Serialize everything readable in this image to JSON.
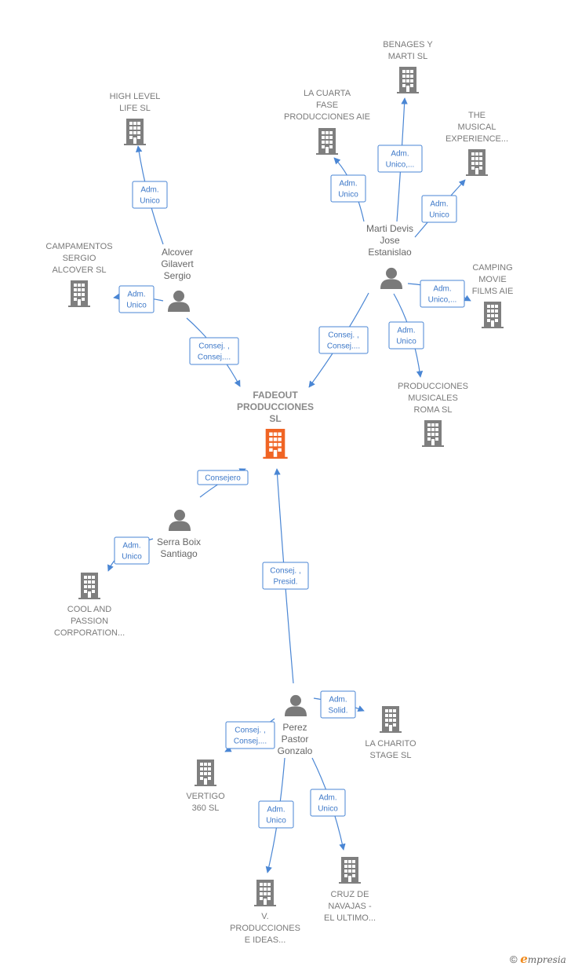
{
  "colors": {
    "edge": "#4a86d4",
    "building": "#7f7f7f",
    "focus_building": "#f06424",
    "person": "#7a7a7a"
  },
  "companies": [
    {
      "id": "focus",
      "lines": [
        "FADEOUT",
        "PRODUCCIONES",
        "SL"
      ],
      "focus": true
    },
    {
      "id": "benages",
      "lines": [
        "BENAGES Y",
        "MARTI SL"
      ]
    },
    {
      "id": "cuarta",
      "lines": [
        "LA CUARTA",
        "FASE",
        "PRODUCCIONES AIE"
      ]
    },
    {
      "id": "highlevel",
      "lines": [
        "HIGH LEVEL",
        "LIFE  SL"
      ]
    },
    {
      "id": "musical",
      "lines": [
        "THE",
        "MUSICAL",
        "EXPERIENCE..."
      ]
    },
    {
      "id": "campamentos",
      "lines": [
        "CAMPAMENTOS",
        "SERGIO",
        "ALCOVER  SL"
      ]
    },
    {
      "id": "camping",
      "lines": [
        "CAMPING",
        "MOVIE",
        "FILMS AIE"
      ]
    },
    {
      "id": "roma",
      "lines": [
        "PRODUCCIONES",
        "MUSICALES",
        "ROMA  SL"
      ]
    },
    {
      "id": "cool",
      "lines": [
        "COOL AND",
        "PASSION",
        "CORPORATION..."
      ]
    },
    {
      "id": "charito",
      "lines": [
        "LA CHARITO",
        "STAGE  SL"
      ]
    },
    {
      "id": "vertigo",
      "lines": [
        "VERTIGO",
        "360  SL"
      ]
    },
    {
      "id": "vproducciones",
      "lines": [
        "V.",
        "PRODUCCIONES",
        "E IDEAS..."
      ]
    },
    {
      "id": "navajas",
      "lines": [
        "CRUZ DE",
        "NAVAJAS -",
        "EL ULTIMO..."
      ]
    }
  ],
  "persons": [
    {
      "id": "marti",
      "lines": [
        "Marti Devis",
        "Jose",
        "Estanislao"
      ]
    },
    {
      "id": "alcover",
      "lines": [
        "Alcover",
        "Gilavert",
        "Sergio"
      ]
    },
    {
      "id": "serra",
      "lines": [
        "Serra Boix",
        "Santiago"
      ]
    },
    {
      "id": "perez",
      "lines": [
        "Perez",
        "Pastor",
        "Gonzalo"
      ]
    }
  ],
  "edges": [
    {
      "id": "alcover-highlevel",
      "lines": [
        "Adm.",
        "Unico"
      ]
    },
    {
      "id": "alcover-campamentos",
      "lines": [
        "Adm.",
        "Unico"
      ]
    },
    {
      "id": "alcover-focus",
      "lines": [
        "Consej. ,",
        "Consej...."
      ]
    },
    {
      "id": "marti-cuarta",
      "lines": [
        "Adm.",
        "Unico"
      ]
    },
    {
      "id": "marti-benages",
      "lines": [
        "Adm.",
        "Unico,..."
      ]
    },
    {
      "id": "marti-musical",
      "lines": [
        "Adm.",
        "Unico"
      ]
    },
    {
      "id": "marti-camping",
      "lines": [
        "Adm.",
        "Unico,..."
      ]
    },
    {
      "id": "marti-focus",
      "lines": [
        "Consej. ,",
        "Consej...."
      ]
    },
    {
      "id": "marti-roma",
      "lines": [
        "Adm.",
        "Unico"
      ]
    },
    {
      "id": "serra-focus",
      "lines": [
        "Consejero"
      ]
    },
    {
      "id": "serra-cool",
      "lines": [
        "Adm.",
        "Unico"
      ]
    },
    {
      "id": "perez-focus",
      "lines": [
        "Consej. ,",
        "Presid."
      ]
    },
    {
      "id": "perez-charito",
      "lines": [
        "Adm.",
        "Solid."
      ]
    },
    {
      "id": "perez-vertigo",
      "lines": [
        "Consej. ,",
        "Consej...."
      ]
    },
    {
      "id": "perez-vproducciones",
      "lines": [
        "Adm.",
        "Unico"
      ]
    },
    {
      "id": "perez-navajas",
      "lines": [
        "Adm.",
        "Unico"
      ]
    }
  ],
  "footer": {
    "copyright": "©",
    "brand_initial": "e",
    "brand_rest": "mpresia"
  }
}
